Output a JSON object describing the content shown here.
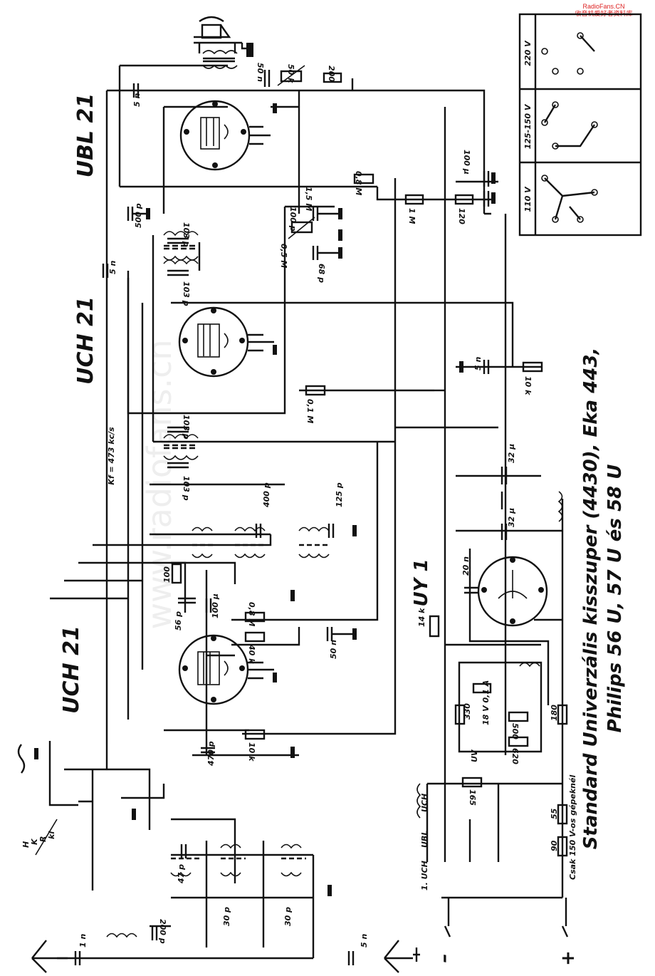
{
  "watermark": {
    "site": "RadioFans.CN",
    "subtitle": "收音机爱好者资料库",
    "faint": "www.radiofans.cn"
  },
  "title": {
    "line1": "Standard Univerzális kisszuper (4430), Eka 443,",
    "line2": "Philips 56 U, 57 U és 58 U"
  },
  "tubes": {
    "output": "UBL 21",
    "if_stage": "UCH 21",
    "mixer": "UCH 21",
    "rectifier": "UY 1"
  },
  "note_if": "Kf = 473 kc/s",
  "voltage_selector": [
    "220 V",
    "125-150 V",
    "110 V"
  ],
  "components": {
    "c_50n": "50 n",
    "r_50k": "50 k",
    "r_200": "200",
    "c_5n_top": "5 n",
    "c_100u": "100 μ",
    "r_08M_a": "0,8 M",
    "r_15M": "1,5 M",
    "r_1M": "1 M",
    "r_120": "120",
    "c_100p": "100 p",
    "c_500p": "500 p",
    "c_103p_a": "103 p",
    "pot_05M": "0,5 M",
    "c_68p": "68 p",
    "c_5n_mid": "5 n",
    "c_103p_b": "103 p",
    "r_01M": "0,1 M",
    "c_5n_right": "5 n",
    "r_10k_right": "10 k",
    "c_103p_c": "103 p",
    "c_103p_d": "103 p",
    "c_32u_a": "32 μ",
    "c_32u_b": "32 μ",
    "c_400p": "400 p",
    "c_125p": "125 p",
    "r_100": "100",
    "c_56p": "56 p",
    "c_100u_b": "100 μ",
    "r_08M_b": "0,8 M",
    "r_40k": "40 k",
    "c_50n_b": "50 n",
    "c_20n": "20 n",
    "r_14k": "14 k",
    "c_470p": "470 p",
    "r_10k_b": "10 k",
    "r_330": "330",
    "ballast": "18 V 0,1 A",
    "r_500": "500",
    "r_620": "620",
    "r_180": "180",
    "r_165": "165",
    "r_55": "55",
    "r_90": "90",
    "note_150v": "Csak 150 V-os gépeknél",
    "c_47p": "47 p",
    "c_200p": "200 p",
    "c_30p_a": "30 p",
    "c_30p_b": "30 p",
    "c_1n": "1 n",
    "c_5n_ant": "5 n",
    "uv": "UV"
  },
  "heater_chain": [
    "1. UCH",
    "UBL",
    "UCH"
  ],
  "band_labels": [
    "H",
    "K",
    "R",
    "ki"
  ],
  "supply_terminals": [
    "+",
    "–"
  ]
}
